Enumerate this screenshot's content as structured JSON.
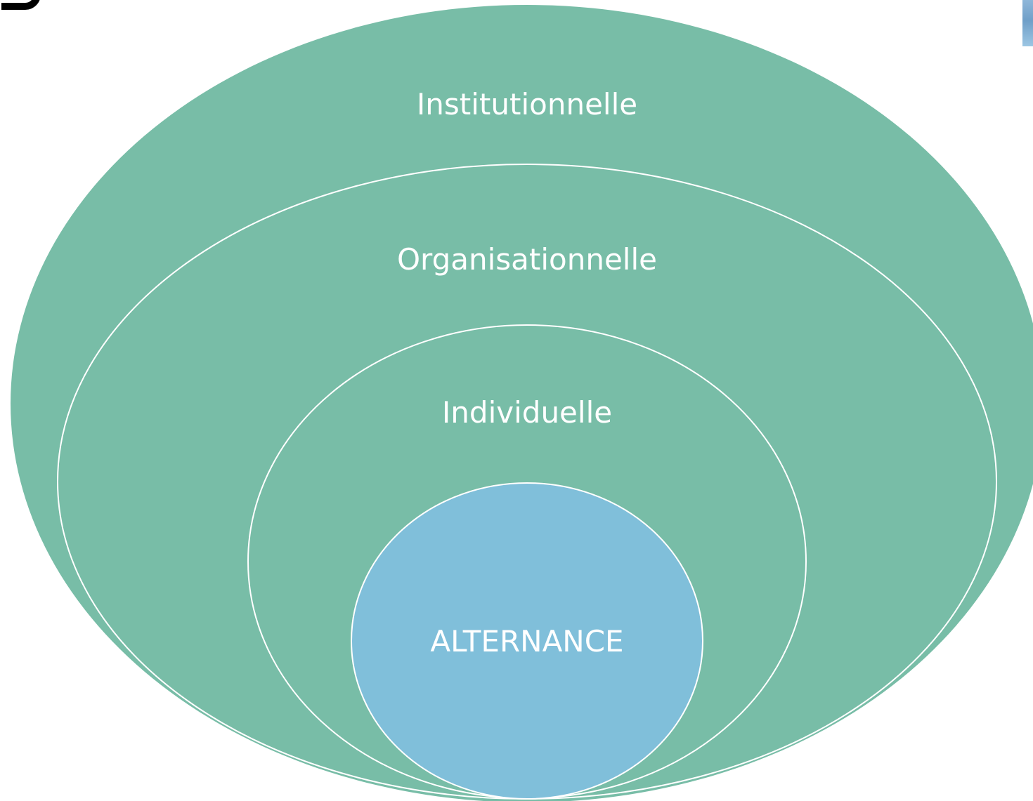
{
  "diagram": {
    "layers": [
      {
        "label": "Institutionnelle",
        "fill": "#78bda7"
      },
      {
        "label": "Organisationnelle",
        "fill": "#78bda7"
      },
      {
        "label": "Individuelle",
        "fill": "#78bda7"
      }
    ],
    "core": {
      "label": "ALTERNANCE",
      "fill": "#80bfda"
    },
    "outline_color": "#ffffff"
  }
}
